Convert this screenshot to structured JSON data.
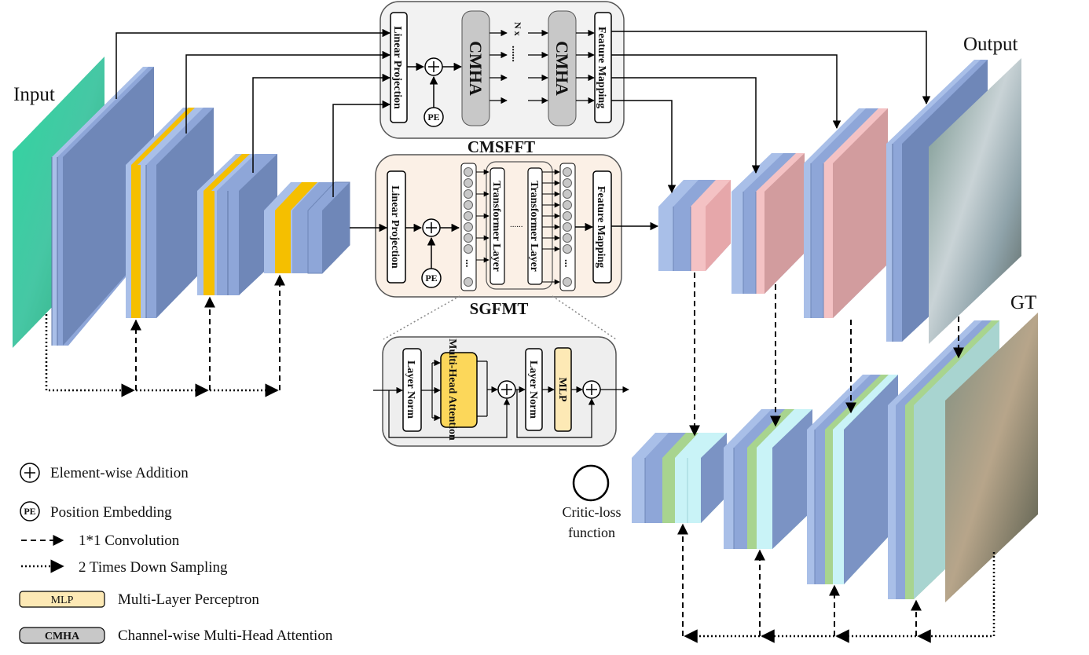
{
  "labels": {
    "input": "Input",
    "output": "Output",
    "gt": "GT",
    "cmsfft": "CMSFFT",
    "sgfmt": "SGFMT",
    "linear_projection": "Linear Projection",
    "feature_mapping": "Feature Mapping",
    "cmha": "CMHA",
    "nx": "N x",
    "pe": "PE",
    "transformer_layer": "Transformer Layer",
    "layer_norm": "Layer Norm",
    "multi_head_attention": "Multi-Head Attention",
    "mlp": "MLP",
    "critic_loss_line1": "Critic-loss",
    "critic_loss_line2": "function",
    "dots_h": "......",
    "dots_v": "..."
  },
  "legend": [
    {
      "symbol": "plus",
      "text": "Element-wise Addition"
    },
    {
      "symbol": "pe",
      "symbol_text": "PE",
      "text": "Position Embedding"
    },
    {
      "symbol": "dashed-arrow",
      "text": "1*1 Convolution"
    },
    {
      "symbol": "dotted-arrow",
      "text": "2 Times Down Sampling"
    },
    {
      "symbol": "mlp-box",
      "symbol_text": "MLP",
      "text": "Multi-Layer Perceptron"
    },
    {
      "symbol": "cmha-box",
      "symbol_text": "CMHA",
      "text": "Channel-wise Multi-Head Attention"
    }
  ],
  "colors": {
    "feature_blue": "#8ea6d8",
    "feature_blue_dark": "#6f87b8",
    "feature_blue_light": "#a9bfe8",
    "yellow": "#f5bf00",
    "pink": "#f4c2c4",
    "pink_dark": "#d29c9e",
    "green": "#a8d48f",
    "cyan": "#c9f3f7",
    "teal": "#a8d4d0",
    "cmsfft_bg": "#f2f2f2",
    "sgfmt_bg": "#fbf0e6",
    "detail_bg": "#eeeeee",
    "cmha_gray": "#c8c8c8",
    "mlp_fill": "#fde9b5",
    "mha_fill": "#fcd75a",
    "input_image": "#3ec7a0"
  }
}
